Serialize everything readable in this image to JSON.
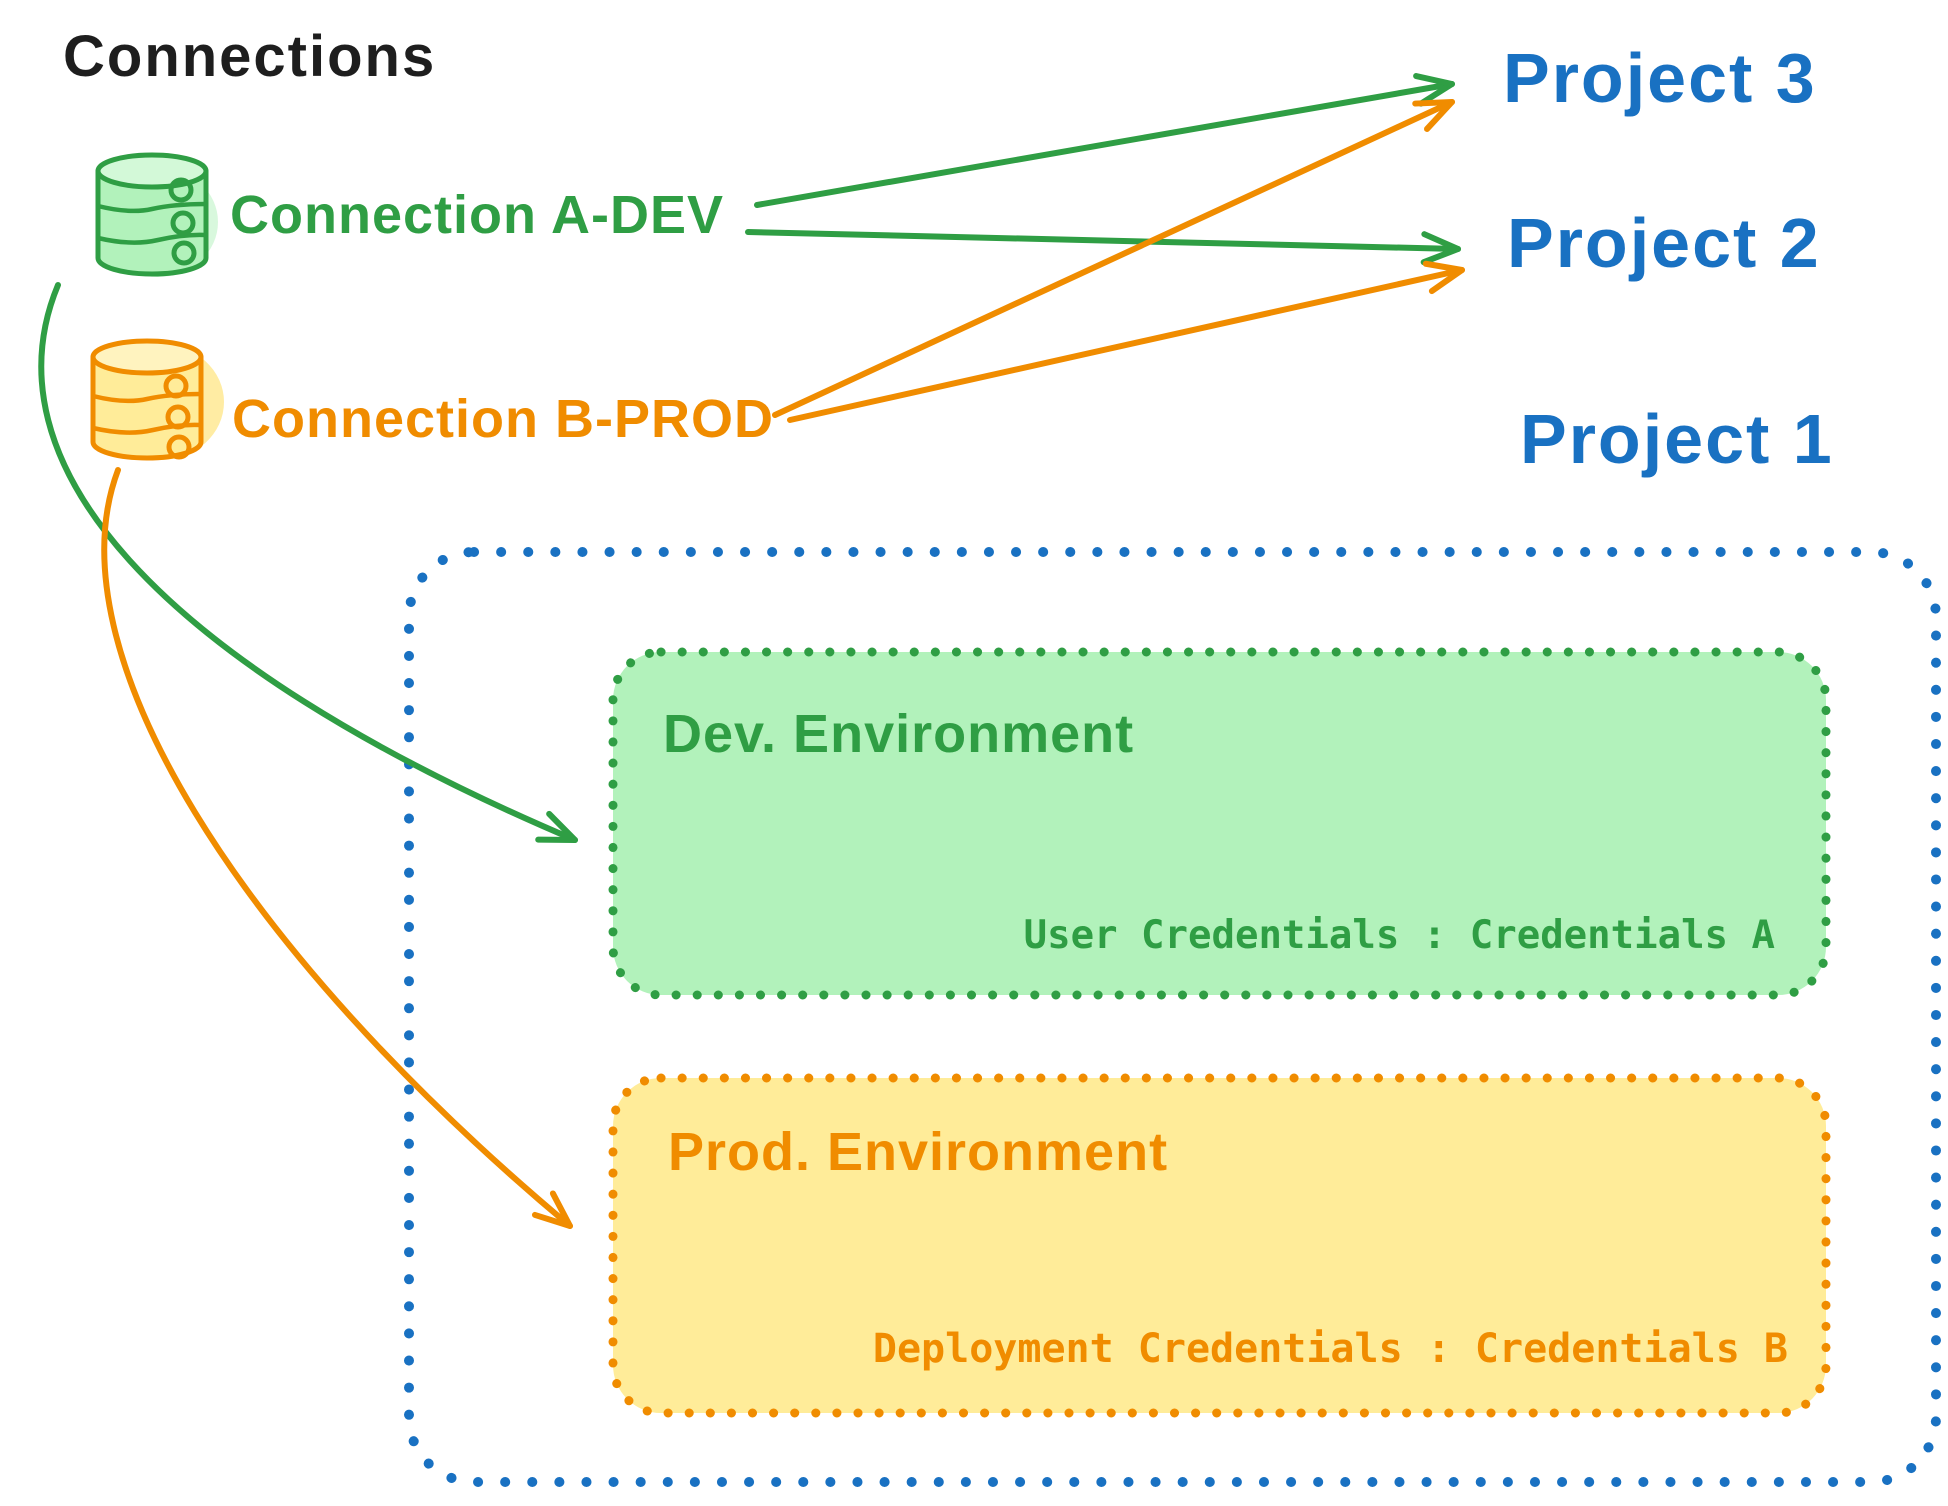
{
  "title": "Connections",
  "connections": [
    {
      "id": "a-dev",
      "label": "Connection A-DEV",
      "icon": "database-icon",
      "color_key": "green"
    },
    {
      "id": "b-prod",
      "label": "Connection B-PROD",
      "icon": "database-icon",
      "color_key": "orange"
    }
  ],
  "projects": [
    {
      "label": "Project 3"
    },
    {
      "label": "Project 2"
    },
    {
      "label": "Project 1"
    }
  ],
  "environments": {
    "dev": {
      "title": "Dev. Environment",
      "credentials_label": "User Credentials : Credentials A"
    },
    "prod": {
      "title": "Prod. Environment",
      "credentials_label": "Deployment Credentials : Credentials B"
    }
  },
  "links": [
    {
      "from": "Connection A-DEV",
      "to": "Project 3"
    },
    {
      "from": "Connection A-DEV",
      "to": "Project 2"
    },
    {
      "from": "Connection A-DEV",
      "to": "Project 1 / Dev. Environment"
    },
    {
      "from": "Connection B-PROD",
      "to": "Project 3"
    },
    {
      "from": "Connection B-PROD",
      "to": "Project 2"
    },
    {
      "from": "Connection B-PROD",
      "to": "Project 1 / Prod. Environment"
    }
  ],
  "colors": {
    "text": "#1e1e1e",
    "green": "#2f9e44",
    "green_fill": "#b2f2bb",
    "green_fill_light": "#d3f9d8",
    "orange": "#f08c00",
    "orange_fill": "#ffec99",
    "orange_fill_deep": "#ffe066",
    "orange_fill_light": "#fff3bf",
    "blue": "#1971c2",
    "background": "#ffffff"
  }
}
